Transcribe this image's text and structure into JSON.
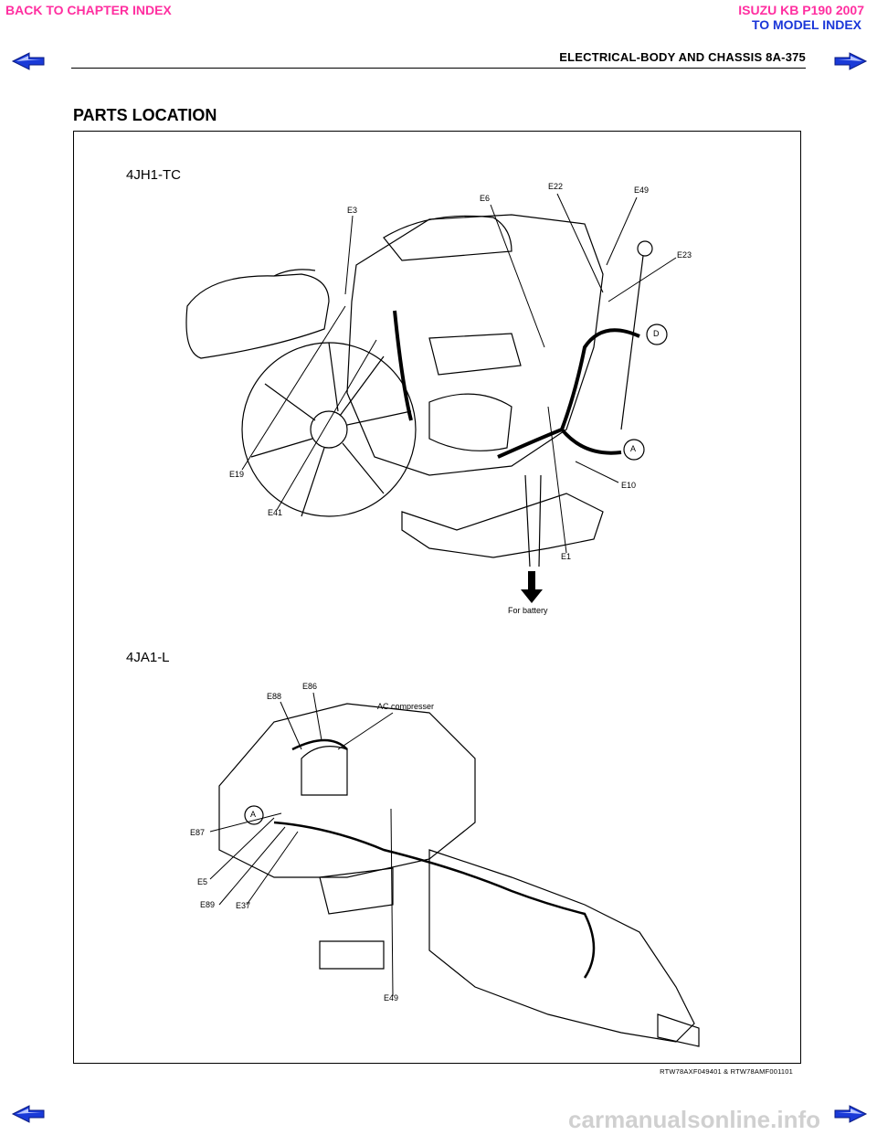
{
  "nav": {
    "back_chapter": "BACK TO CHAPTER INDEX",
    "model_line1": "ISUZU KB P190 2007",
    "model_line2": "TO MODEL INDEX"
  },
  "header": {
    "title": "ELECTRICAL-BODY AND CHASSIS  8A-375"
  },
  "section": {
    "title": "PARTS LOCATION"
  },
  "figure": {
    "engine1": {
      "label": "4JH1-TC",
      "callouts": {
        "e3": "E3",
        "e6": "E6",
        "e22": "E22",
        "e49": "E49",
        "e23": "E23",
        "d": "D",
        "a": "A",
        "e10": "E10",
        "e1": "E1",
        "e19": "E19",
        "e41": "E41",
        "battery": "For battery"
      }
    },
    "engine2": {
      "label": "4JA1-L",
      "callouts": {
        "e86": "E86",
        "e88": "E88",
        "ac": "AC compresser",
        "a": "A",
        "e87": "E87",
        "e5": "E5",
        "e89": "E89",
        "e37": "E37",
        "e49": "E49"
      }
    },
    "reference": "RTW78AXF049401 & RTW78AMF001101"
  },
  "watermark": "carmanualsonline.info",
  "colors": {
    "pink": "#ff2fa0",
    "blue": "#1a36d8",
    "arrow": "#1a3ad8"
  }
}
